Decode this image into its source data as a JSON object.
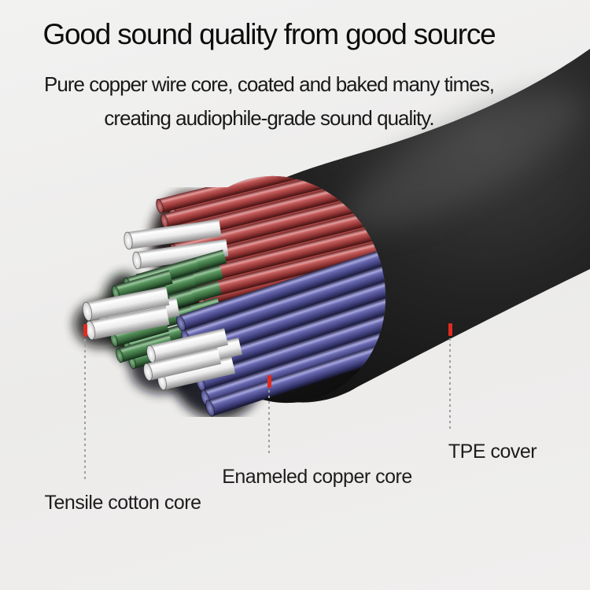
{
  "header": {
    "title": "Good sound quality from good source",
    "subtitle_line1": "Pure copper wire core, coated and baked many times,",
    "subtitle_line2": "creating audiophile-grade sound quality."
  },
  "annotations": {
    "tensile_cotton_core": {
      "label": "Tensile cotton core"
    },
    "enameled_copper_core": {
      "label": "Enameled copper core"
    },
    "tpe_cover": {
      "label": "TPE cover"
    }
  },
  "colors": {
    "background": "#eeedec",
    "title_text": "#0d0d0d",
    "body_text": "#191919",
    "label_text": "#1d1d1d",
    "marker_red": "#e02b20",
    "leader_gray": "#9f9f9f",
    "cable_cover_black": "#222222",
    "wire_copper_red": "#c25b5b",
    "wire_copper_blue": "#6868b0",
    "wire_copper_green": "#5a9660",
    "cotton_core_white": "#f4f4f4"
  }
}
